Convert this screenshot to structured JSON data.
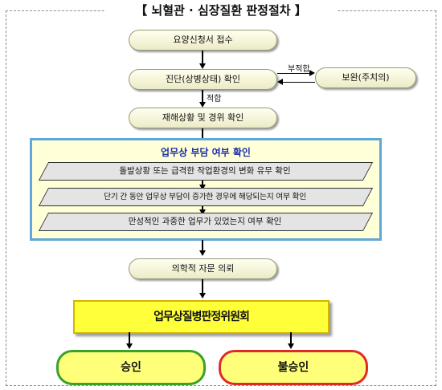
{
  "title": "【 뇌혈관 · 심장질환 판정절차 】",
  "nodes": {
    "receipt": "요양신청서 접수",
    "diagnosis": "진단(상병상태) 확인",
    "supplement": "보완(주치의)",
    "accident": "재해상황 및 경위 확인",
    "burden_title": "업무상 부담 여부 확인",
    "check1": "돌발상황 또는 급격한 작업환경의 변화 유무 확인",
    "check2": "단기 간 동안 업무상 부담이 증가한 경우에 해당되는지 여부 확인",
    "check3": "만성적인 과중한 업무가 있었는지 여부 확인",
    "medical": "의학적 자문 의뢰",
    "committee": "업무상질병판정위원회",
    "approve": "승인",
    "reject": "불승인"
  },
  "edges": {
    "unsuitable": "부적합",
    "suitable": "적합"
  }
}
